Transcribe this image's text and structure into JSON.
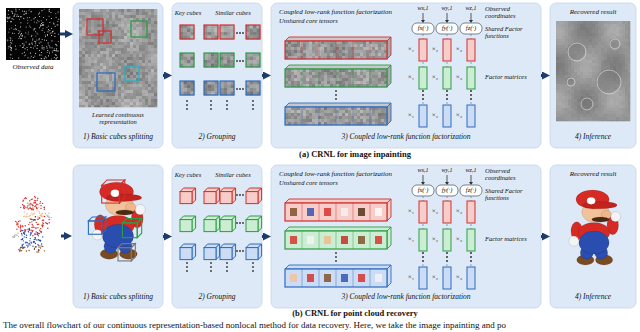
{
  "diagram": {
    "caption": "The overall flowchart of our continuous representation-based nonlocal method for data recovery. Here, we take the image inpainting and po",
    "nodes": [
      {
        "text": [
          "Observed data"
        ]
      },
      {
        "text": [
          "Learned continuous representation",
          "1) Basic cubes splitting"
        ]
      },
      {
        "text": [
          "Key cubes",
          "Similar cubes",
          "2) Grouping"
        ]
      },
      {
        "text": [
          "Coupled low-rank function factorization",
          "Unshared core tensors",
          "Observed coordinates",
          "Shared Factor functions",
          "Factor matrices",
          "3) Coupled low-rank function factorization"
        ]
      },
      {
        "text": [
          "Recovered result",
          "4) Inference"
        ]
      },
      {
        "text": [
          "1) Basic cubes splitting"
        ]
      },
      {
        "text": [
          "Key cubes",
          "Similar cubes",
          "2) Grouping"
        ]
      },
      {
        "text": [
          "Coupled low-rank function factorization",
          "Unshared core tensors",
          "Observed coordinates",
          "Shared Factor functions",
          "Factor matrices",
          "3) Coupled low-rank function factorization"
        ]
      },
      {
        "text": [
          "Recovered result",
          "4) Inference"
        ]
      }
    ],
    "edges": [
      {
        "from": 0,
        "to": 1,
        "arrow": "to"
      },
      {
        "from": 1,
        "to": 2,
        "arrow": "to"
      },
      {
        "from": 2,
        "to": 3,
        "arrow": "to"
      },
      {
        "from": 3,
        "to": 4,
        "arrow": "to"
      },
      {
        "from": 5,
        "to": 6,
        "arrow": "to"
      },
      {
        "from": 6,
        "to": 7,
        "arrow": "to"
      },
      {
        "from": 7,
        "to": 8,
        "arrow": "to"
      }
    ],
    "labels": [
      "(a) CRNL for image inpainting",
      "(b) CRNL for point cloud recovery",
      "wx,1",
      "wy,1",
      "wz,1",
      "fx(·)",
      "fy(·)",
      "fz(·)",
      "×₁",
      "×₂",
      "×₃",
      "×₁",
      "×₂",
      "×₃",
      "×₁",
      "×₂",
      "×₃",
      "wx,1",
      "wy,1",
      "wz,1",
      "fx(·)",
      "fy(·)",
      "fz(·)",
      "×₁",
      "×₂",
      "×₃",
      "×₁",
      "×₂",
      "×₃",
      "×₁",
      "×₂",
      "×₃"
    ]
  }
}
